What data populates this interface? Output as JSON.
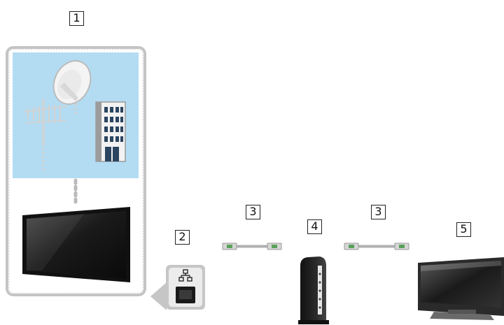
{
  "labels": {
    "group": "1",
    "lan_terminal": "2",
    "cable": "3",
    "router": "4",
    "device": "5"
  },
  "icons": {
    "antenna": "terrestrial-antenna-icon",
    "dish": "satellite-dish-icon",
    "building": "cable-building-icon",
    "tv": "tv-icon",
    "lan": "lan-port-icon",
    "cable": "lan-cable-icon",
    "router": "router-icon",
    "device": "display-device-icon"
  },
  "colors": {
    "sky_panel": "#b3dcf3",
    "group_border": "#bdbdbd",
    "device_dark": "#1c1c1c"
  }
}
